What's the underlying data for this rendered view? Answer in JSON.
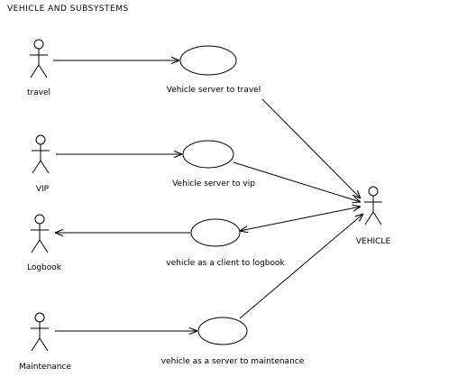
{
  "diagram": {
    "title": "VEHICLE  AND  SUBSYSTEMS",
    "actors": {
      "travel": "travel",
      "vip": "VIP",
      "logbook": "Logbook",
      "maintenance": "Maintenance",
      "vehicle": "VEHICLE"
    },
    "use_cases": {
      "travel": "Vehicle server to travel",
      "vip": "Vehicle server to vip",
      "logbook": "vehicle  as a client to logbook",
      "maintenance": "vehicle  as a server to maintenance"
    }
  }
}
